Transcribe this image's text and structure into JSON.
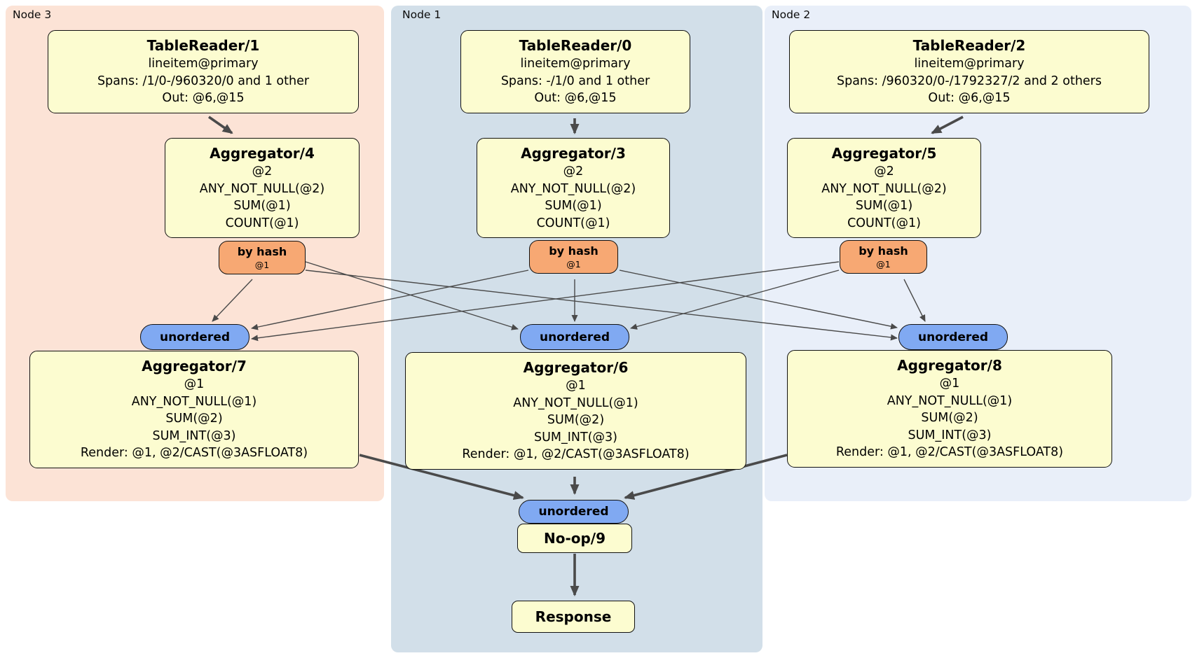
{
  "diagram_title": "distsql-query-plan",
  "node_groups": {
    "node3": {
      "label": "Node 3"
    },
    "node1": {
      "label": "Node 1"
    },
    "node2": {
      "label": "Node 2"
    }
  },
  "boxes": {
    "tr1": {
      "title": "TableReader/1",
      "lines": [
        "lineitem@primary",
        "Spans: /1/0-/960320/0 and 1 other",
        "Out: @6,@15"
      ]
    },
    "tr0": {
      "title": "TableReader/0",
      "lines": [
        "lineitem@primary",
        "Spans: -/1/0 and 1 other",
        "Out: @6,@15"
      ]
    },
    "tr2": {
      "title": "TableReader/2",
      "lines": [
        "lineitem@primary",
        "Spans: /960320/0-/1792327/2 and 2 others",
        "Out: @6,@15"
      ]
    },
    "agg4": {
      "title": "Aggregator/4",
      "lines": [
        "@2",
        "ANY_NOT_NULL(@2)",
        "SUM(@1)",
        "COUNT(@1)"
      ]
    },
    "agg3": {
      "title": "Aggregator/3",
      "lines": [
        "@2",
        "ANY_NOT_NULL(@2)",
        "SUM(@1)",
        "COUNT(@1)"
      ]
    },
    "agg5": {
      "title": "Aggregator/5",
      "lines": [
        "@2",
        "ANY_NOT_NULL(@2)",
        "SUM(@1)",
        "COUNT(@1)"
      ]
    },
    "agg7": {
      "title": "Aggregator/7",
      "lines": [
        "@1",
        "ANY_NOT_NULL(@1)",
        "SUM(@2)",
        "SUM_INT(@3)",
        "Render: @1, @2/CAST(@3ASFLOAT8)"
      ]
    },
    "agg6": {
      "title": "Aggregator/6",
      "lines": [
        "@1",
        "ANY_NOT_NULL(@1)",
        "SUM(@2)",
        "SUM_INT(@3)",
        "Render: @1, @2/CAST(@3ASFLOAT8)"
      ]
    },
    "agg8": {
      "title": "Aggregator/8",
      "lines": [
        "@1",
        "ANY_NOT_NULL(@1)",
        "SUM(@2)",
        "SUM_INT(@3)",
        "Render: @1, @2/CAST(@3ASFLOAT8)"
      ]
    },
    "noop": {
      "title": "No-op/9"
    },
    "response": {
      "title": "Response"
    }
  },
  "router": {
    "label": "by hash",
    "sub": "@1"
  },
  "sync": {
    "label": "unordered"
  },
  "colors": {
    "node1_bg": "#d2dfe9",
    "node2_bg": "#e9eff9",
    "node3_bg": "#fce3d6",
    "processor_box_bg": "#fcfcd0",
    "router_bg": "#f7a873",
    "sync_bg": "#80a9f2",
    "edge": "#4a4a4a",
    "border": "#111111"
  }
}
